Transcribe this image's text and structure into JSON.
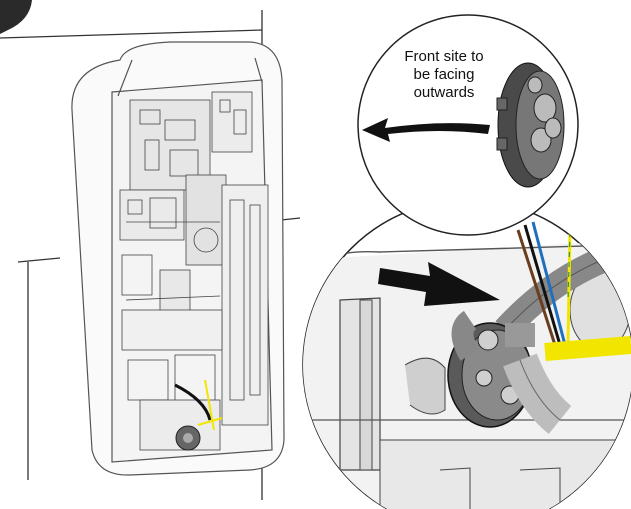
{
  "callout": {
    "line1": "Front site to",
    "line2": "be facing",
    "line3": "outwards"
  },
  "colors": {
    "cable_green_yellow": "#f2e600",
    "cable_blue": "#1f6fbf",
    "cable_brown": "#6b3d1f",
    "cable_black": "#111111",
    "grommet": "#6e6e6e",
    "arrow": "#111111"
  }
}
